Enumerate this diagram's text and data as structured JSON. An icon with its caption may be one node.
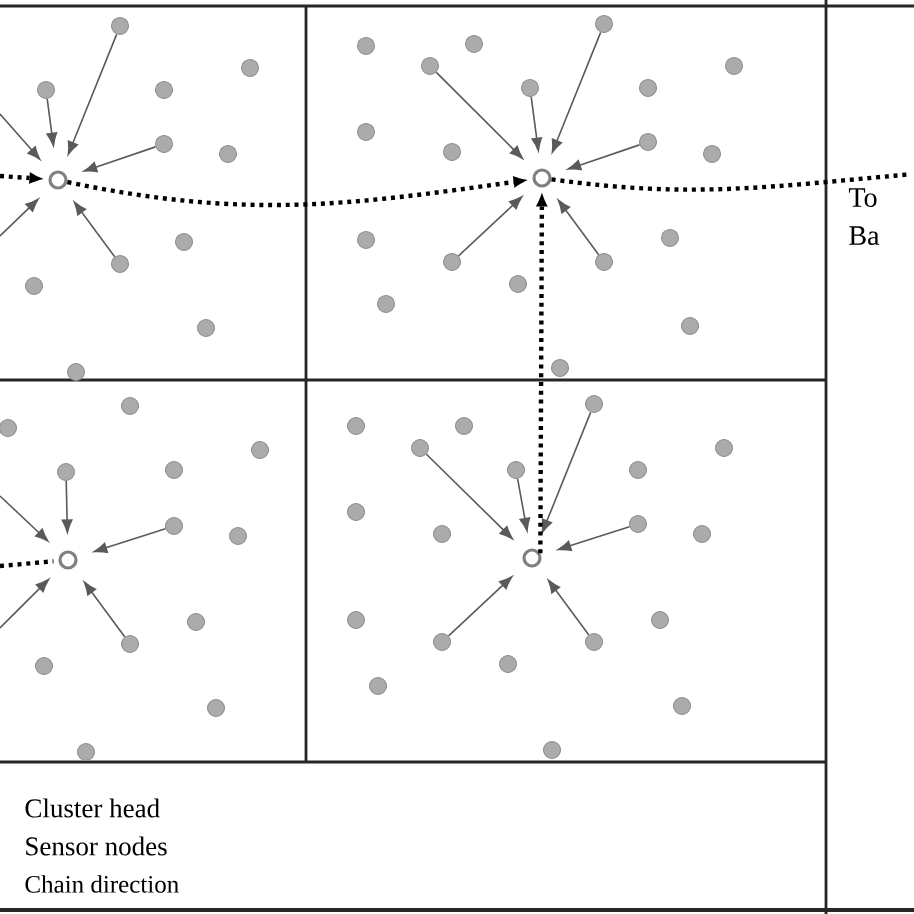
{
  "diagram": {
    "nodes": [
      {
        "text": [],
        "shape": "circle"
      },
      {
        "text": [],
        "shape": "circle"
      },
      {
        "text": [],
        "shape": "circle"
      },
      {
        "text": [],
        "shape": "circle"
      },
      {
        "text": [],
        "shape": "circle"
      },
      {
        "text": [],
        "shape": "circle"
      },
      {
        "text": [],
        "shape": "circle"
      },
      {
        "text": [],
        "shape": "circle"
      },
      {
        "text": [],
        "shape": "circle"
      },
      {
        "text": [],
        "shape": "circle"
      },
      {
        "text": [],
        "shape": "circle"
      },
      {
        "text": [],
        "shape": "circle"
      },
      {
        "text": [],
        "shape": "circle"
      },
      {
        "text": [],
        "shape": "circle"
      },
      {
        "text": [],
        "shape": "circle"
      },
      {
        "text": [],
        "shape": "circle"
      },
      {
        "text": [],
        "shape": "circle"
      },
      {
        "text": [],
        "shape": "circle"
      },
      {
        "text": [],
        "shape": "circle"
      },
      {
        "text": [],
        "shape": "circle"
      },
      {
        "text": [],
        "shape": "circle"
      },
      {
        "text": [],
        "shape": "circle"
      },
      {
        "text": [],
        "shape": "circle"
      },
      {
        "text": [],
        "shape": "circle"
      },
      {
        "text": [],
        "shape": "circle"
      },
      {
        "text": [],
        "shape": "circle"
      },
      {
        "text": [],
        "shape": "circle"
      },
      {
        "text": [],
        "shape": "circle"
      },
      {
        "text": [],
        "shape": "circle"
      },
      {
        "text": [],
        "shape": "circle"
      },
      {
        "text": [],
        "shape": "circle"
      },
      {
        "text": [],
        "shape": "circle"
      },
      {
        "text": [],
        "shape": "circle"
      },
      {
        "text": [],
        "shape": "circle"
      },
      {
        "text": [],
        "shape": "circle"
      },
      {
        "text": [],
        "shape": "circle"
      },
      {
        "text": [],
        "shape": "circle"
      },
      {
        "text": [],
        "shape": "circle"
      },
      {
        "text": [],
        "shape": "circle"
      },
      {
        "text": [],
        "shape": "circle"
      },
      {
        "text": [],
        "shape": "circle"
      },
      {
        "text": [],
        "shape": "circle"
      },
      {
        "text": [],
        "shape": "circle"
      },
      {
        "text": [],
        "shape": "circle"
      },
      {
        "text": [],
        "shape": "circle"
      },
      {
        "text": [],
        "shape": "circle"
      },
      {
        "text": [],
        "shape": "circle"
      },
      {
        "text": [],
        "shape": "circle"
      },
      {
        "text": [],
        "shape": "circle"
      },
      {
        "text": [],
        "shape": "circle"
      },
      {
        "text": [],
        "shape": "circle"
      },
      {
        "text": [],
        "shape": "circle"
      },
      {
        "text": [],
        "shape": "circle"
      },
      {
        "text": [],
        "shape": "circle"
      },
      {
        "text": [],
        "shape": "circle"
      },
      {
        "text": [],
        "shape": "circle"
      },
      {
        "text": [],
        "shape": "circle"
      },
      {
        "text": [],
        "shape": "circle"
      },
      {
        "text": [],
        "shape": "circle"
      },
      {
        "text": [],
        "shape": "circle"
      },
      {
        "text": [],
        "shape": "circle"
      },
      {
        "text": [],
        "shape": "circle"
      },
      {
        "text": [],
        "shape": "circle"
      },
      {
        "text": [],
        "shape": "circle"
      },
      {
        "text": [],
        "shape": "circle"
      }
    ],
    "edges": [
      {
        "from": 1,
        "to": 0,
        "arrow": "to"
      },
      {
        "from": 2,
        "to": 0,
        "arrow": "to"
      },
      {
        "from": 5,
        "to": 0,
        "arrow": "to"
      },
      {
        "from": 8,
        "to": 0,
        "arrow": "to"
      },
      {
        "from": null,
        "to": 0,
        "arrow": "to"
      },
      {
        "from": null,
        "to": 0,
        "arrow": "to"
      },
      {
        "from": 14,
        "to": 12,
        "arrow": "to"
      },
      {
        "from": 18,
        "to": 12,
        "arrow": "to"
      },
      {
        "from": 21,
        "to": 12,
        "arrow": "to"
      },
      {
        "from": 22,
        "to": 12,
        "arrow": "to"
      },
      {
        "from": 25,
        "to": 12,
        "arrow": "to"
      },
      {
        "from": 28,
        "to": 12,
        "arrow": "to"
      },
      {
        "from": 35,
        "to": 32,
        "arrow": "to"
      },
      {
        "from": 38,
        "to": 32,
        "arrow": "to"
      },
      {
        "from": 41,
        "to": 32,
        "arrow": "to"
      },
      {
        "from": null,
        "to": 32,
        "arrow": "to"
      },
      {
        "from": null,
        "to": 32,
        "arrow": "to"
      },
      {
        "from": 47,
        "to": 45,
        "arrow": "to"
      },
      {
        "from": 51,
        "to": 45,
        "arrow": "to"
      },
      {
        "from": 54,
        "to": 45,
        "arrow": "to"
      },
      {
        "from": 55,
        "to": 45,
        "arrow": "to"
      },
      {
        "from": 58,
        "to": 45,
        "arrow": "to"
      },
      {
        "from": 61,
        "to": 45,
        "arrow": "to"
      },
      {
        "from": null,
        "to": 0,
        "arrow": "to",
        "style": "dashed",
        "color": "#000000"
      },
      {
        "from": 0,
        "to": 12,
        "arrow": "to",
        "style": "dashed",
        "color": "#000000"
      },
      {
        "from": 45,
        "to": 12,
        "arrow": "to",
        "style": "dashed",
        "color": "#000000"
      },
      {
        "from": null,
        "to": 32,
        "arrow": "none",
        "style": "dashed",
        "color": "#000000"
      },
      {
        "from": 12,
        "to": null,
        "arrow": "none",
        "style": "dashed",
        "color": "#000000"
      }
    ],
    "labels": [
      "To Ba"
    ],
    "legend": [
      {
        "text": "Cluster head"
      },
      {
        "text": "Sensor nodes"
      },
      {
        "text": "Chain direction"
      }
    ]
  }
}
